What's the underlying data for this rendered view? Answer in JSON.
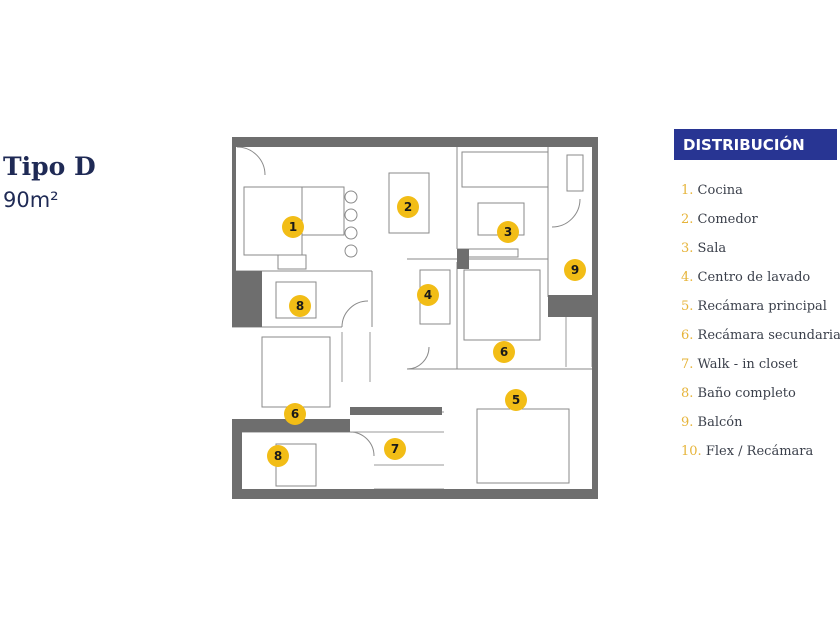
{
  "unit": {
    "title": "Tipo D",
    "area": "90m²"
  },
  "distribution": {
    "header": "DISTRIBUCIÓN",
    "items": [
      {
        "num": "1.",
        "label": "Cocina"
      },
      {
        "num": "2.",
        "label": "Comedor"
      },
      {
        "num": "3.",
        "label": "Sala"
      },
      {
        "num": "4.",
        "label": "Centro de lavado"
      },
      {
        "num": "5.",
        "label": "Recámara principal"
      },
      {
        "num": "6.",
        "label": "Recámara secundaria"
      },
      {
        "num": "7.",
        "label": "Walk - in closet"
      },
      {
        "num": "8.",
        "label": "Baño completo"
      },
      {
        "num": "9.",
        "label": "Balcón"
      },
      {
        "num": "10.",
        "label": "Flex / Recámara"
      }
    ]
  },
  "plan_markers": [
    "1",
    "2",
    "3",
    "4",
    "5",
    "6",
    "6",
    "7",
    "8",
    "8",
    "9"
  ],
  "colors": {
    "wall": "#6e6e6e",
    "marker": "#f2bd16",
    "header_bg": "#283593",
    "title": "#1f2a55",
    "number": "#e6b43a"
  }
}
